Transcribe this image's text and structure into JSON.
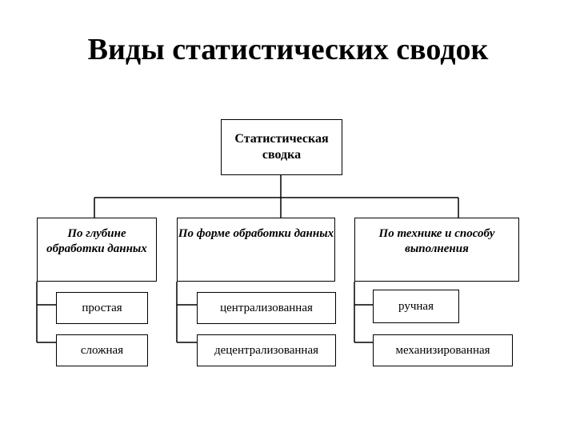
{
  "title": "Виды статистических сводок",
  "root": {
    "label": "Статистическая сводка"
  },
  "categories": [
    {
      "label": "По глубине обработки данных",
      "children": [
        "простая",
        "сложная"
      ]
    },
    {
      "label": "По форме обработки данных",
      "children": [
        "централизованная",
        "децентрализованная"
      ]
    },
    {
      "label": "По технике и способу выполнения",
      "children": [
        "ручная",
        "механизированная"
      ]
    }
  ]
}
